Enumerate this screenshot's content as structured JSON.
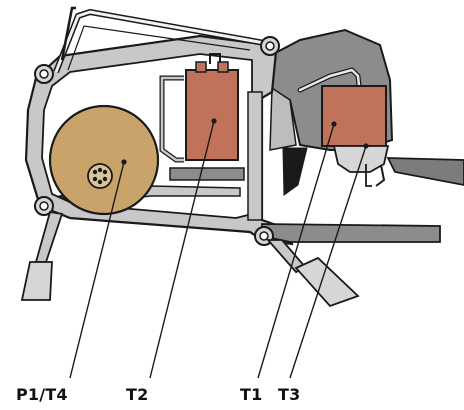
{
  "labels": {
    "p1_t4": "P1/T4",
    "t2": "T2",
    "t1": "T1",
    "t3": "T3"
  },
  "colors": {
    "frame_fill": "#c8c8c8",
    "frame_stroke": "#1a1a1a",
    "tank_fill": "#c9a36a",
    "component_fill": "#c0735a",
    "dark_housing": "#8c8c8c",
    "light_housing": "#d6d6d6",
    "black_part": "#1a1a1a",
    "background": "#ffffff"
  },
  "icons": {
    "tank": "cylindrical-tank",
    "connector": "round-connector-icon"
  }
}
